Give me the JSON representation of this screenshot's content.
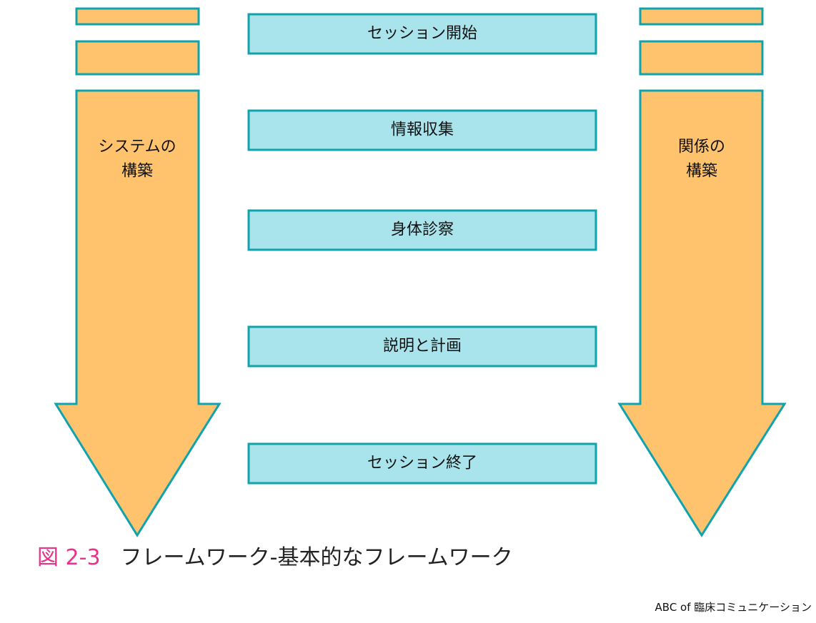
{
  "colors": {
    "arrow_fill": "#FFC36E",
    "outline": "#0FA3AE",
    "step_fill": "#A9E3EC",
    "caption_number": "#E8338B",
    "text": "#111111"
  },
  "left_track": {
    "label_lines": [
      "システムの",
      "構築"
    ]
  },
  "right_track": {
    "label_lines": [
      "関係の",
      "構築"
    ]
  },
  "steps": [
    {
      "label": "セッション開始"
    },
    {
      "label": "情報収集"
    },
    {
      "label": "身体診察"
    },
    {
      "label": "説明と計画"
    },
    {
      "label": "セッション終了"
    }
  ],
  "caption": {
    "number": "図 2-3",
    "title": "フレームワーク-基本的なフレームワーク"
  },
  "footer": {
    "credit": "ABC of 臨床コミュニケーション"
  }
}
